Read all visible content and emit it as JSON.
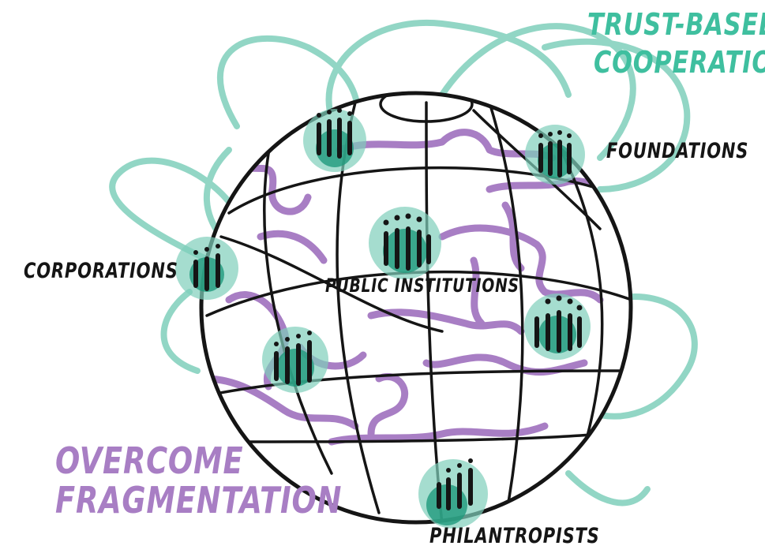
{
  "headline_right": {
    "line1": "TRUST-BASED",
    "line2": "COOPERATION"
  },
  "headline_left": {
    "line1": "OVERCOME",
    "line2": "FRAGMENTATION"
  },
  "actors": {
    "foundations": "FOUNDATIONS",
    "corporations": "CORPORATIONS",
    "public_institutions": "PUBLIC INSTITUTIONS",
    "philantropists": "PHILANTROPISTS"
  },
  "colors": {
    "teal": "#3fbf9f",
    "teal_light": "#7fcfbb",
    "teal_dark": "#1f9a7c",
    "purple": "#a87ec4",
    "ink": "#151515"
  },
  "icons": [
    "globe-icon",
    "puzzle-icon",
    "people-group-icon"
  ]
}
